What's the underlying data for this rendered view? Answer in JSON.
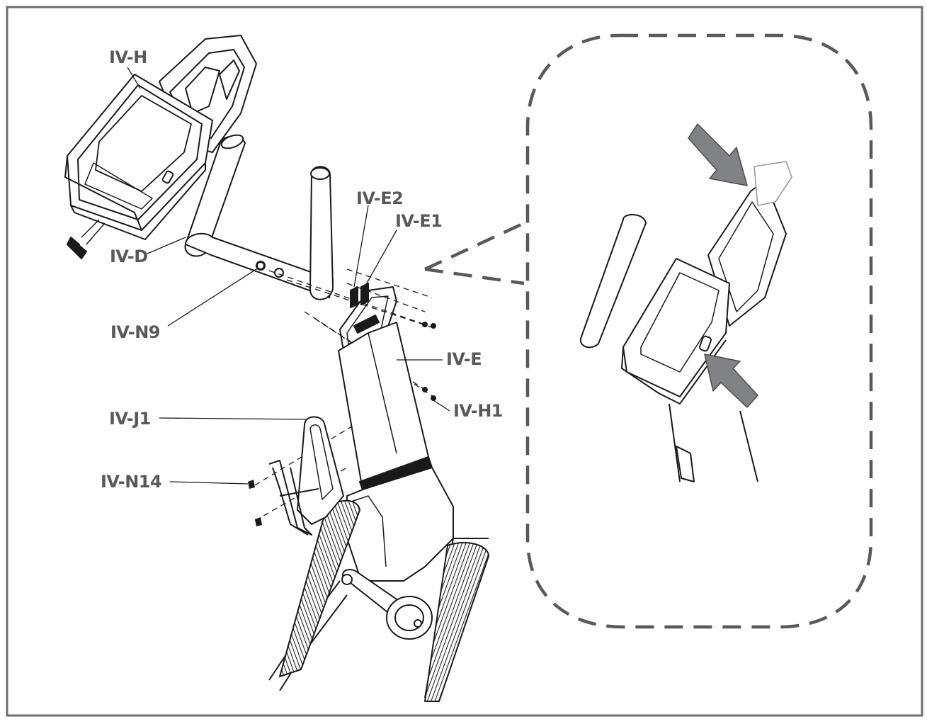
{
  "labels": {
    "iv_h": "IV-H",
    "iv_d": "IV-D",
    "iv_n9": "IV-N9",
    "iv_e2": "IV-E2",
    "iv_e1": "IV-E1",
    "iv_e": "IV-E",
    "iv_h1": "IV-H1",
    "iv_j1": "IV-J1",
    "iv_n14": "IV-N14"
  },
  "colors": {
    "frame": "#6d6e71",
    "ink": "#1a1a1a",
    "label": "#58595b",
    "detail_border": "#58595b",
    "arrow": "#808285"
  }
}
